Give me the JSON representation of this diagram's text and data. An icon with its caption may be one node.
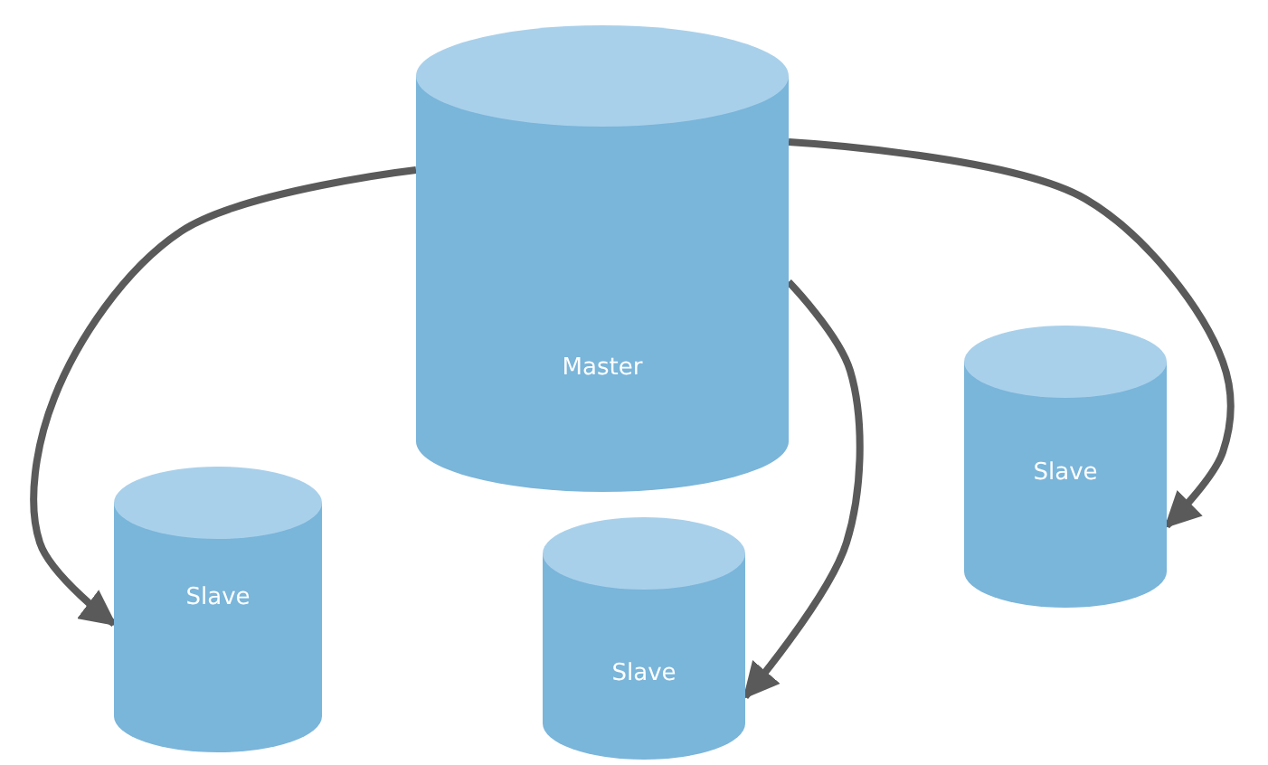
{
  "diagram": {
    "nodes": [
      {
        "text": [
          "Master"
        ]
      },
      {
        "text": [
          "Slave"
        ]
      },
      {
        "text": [
          "Slave"
        ]
      },
      {
        "text": [
          "Slave"
        ]
      }
    ],
    "edges": [
      {
        "from": 0,
        "to": 1,
        "arrow": "to"
      },
      {
        "from": 0,
        "to": 3,
        "arrow": "to"
      },
      {
        "from": 0,
        "to": 2,
        "arrow": "to"
      }
    ]
  }
}
